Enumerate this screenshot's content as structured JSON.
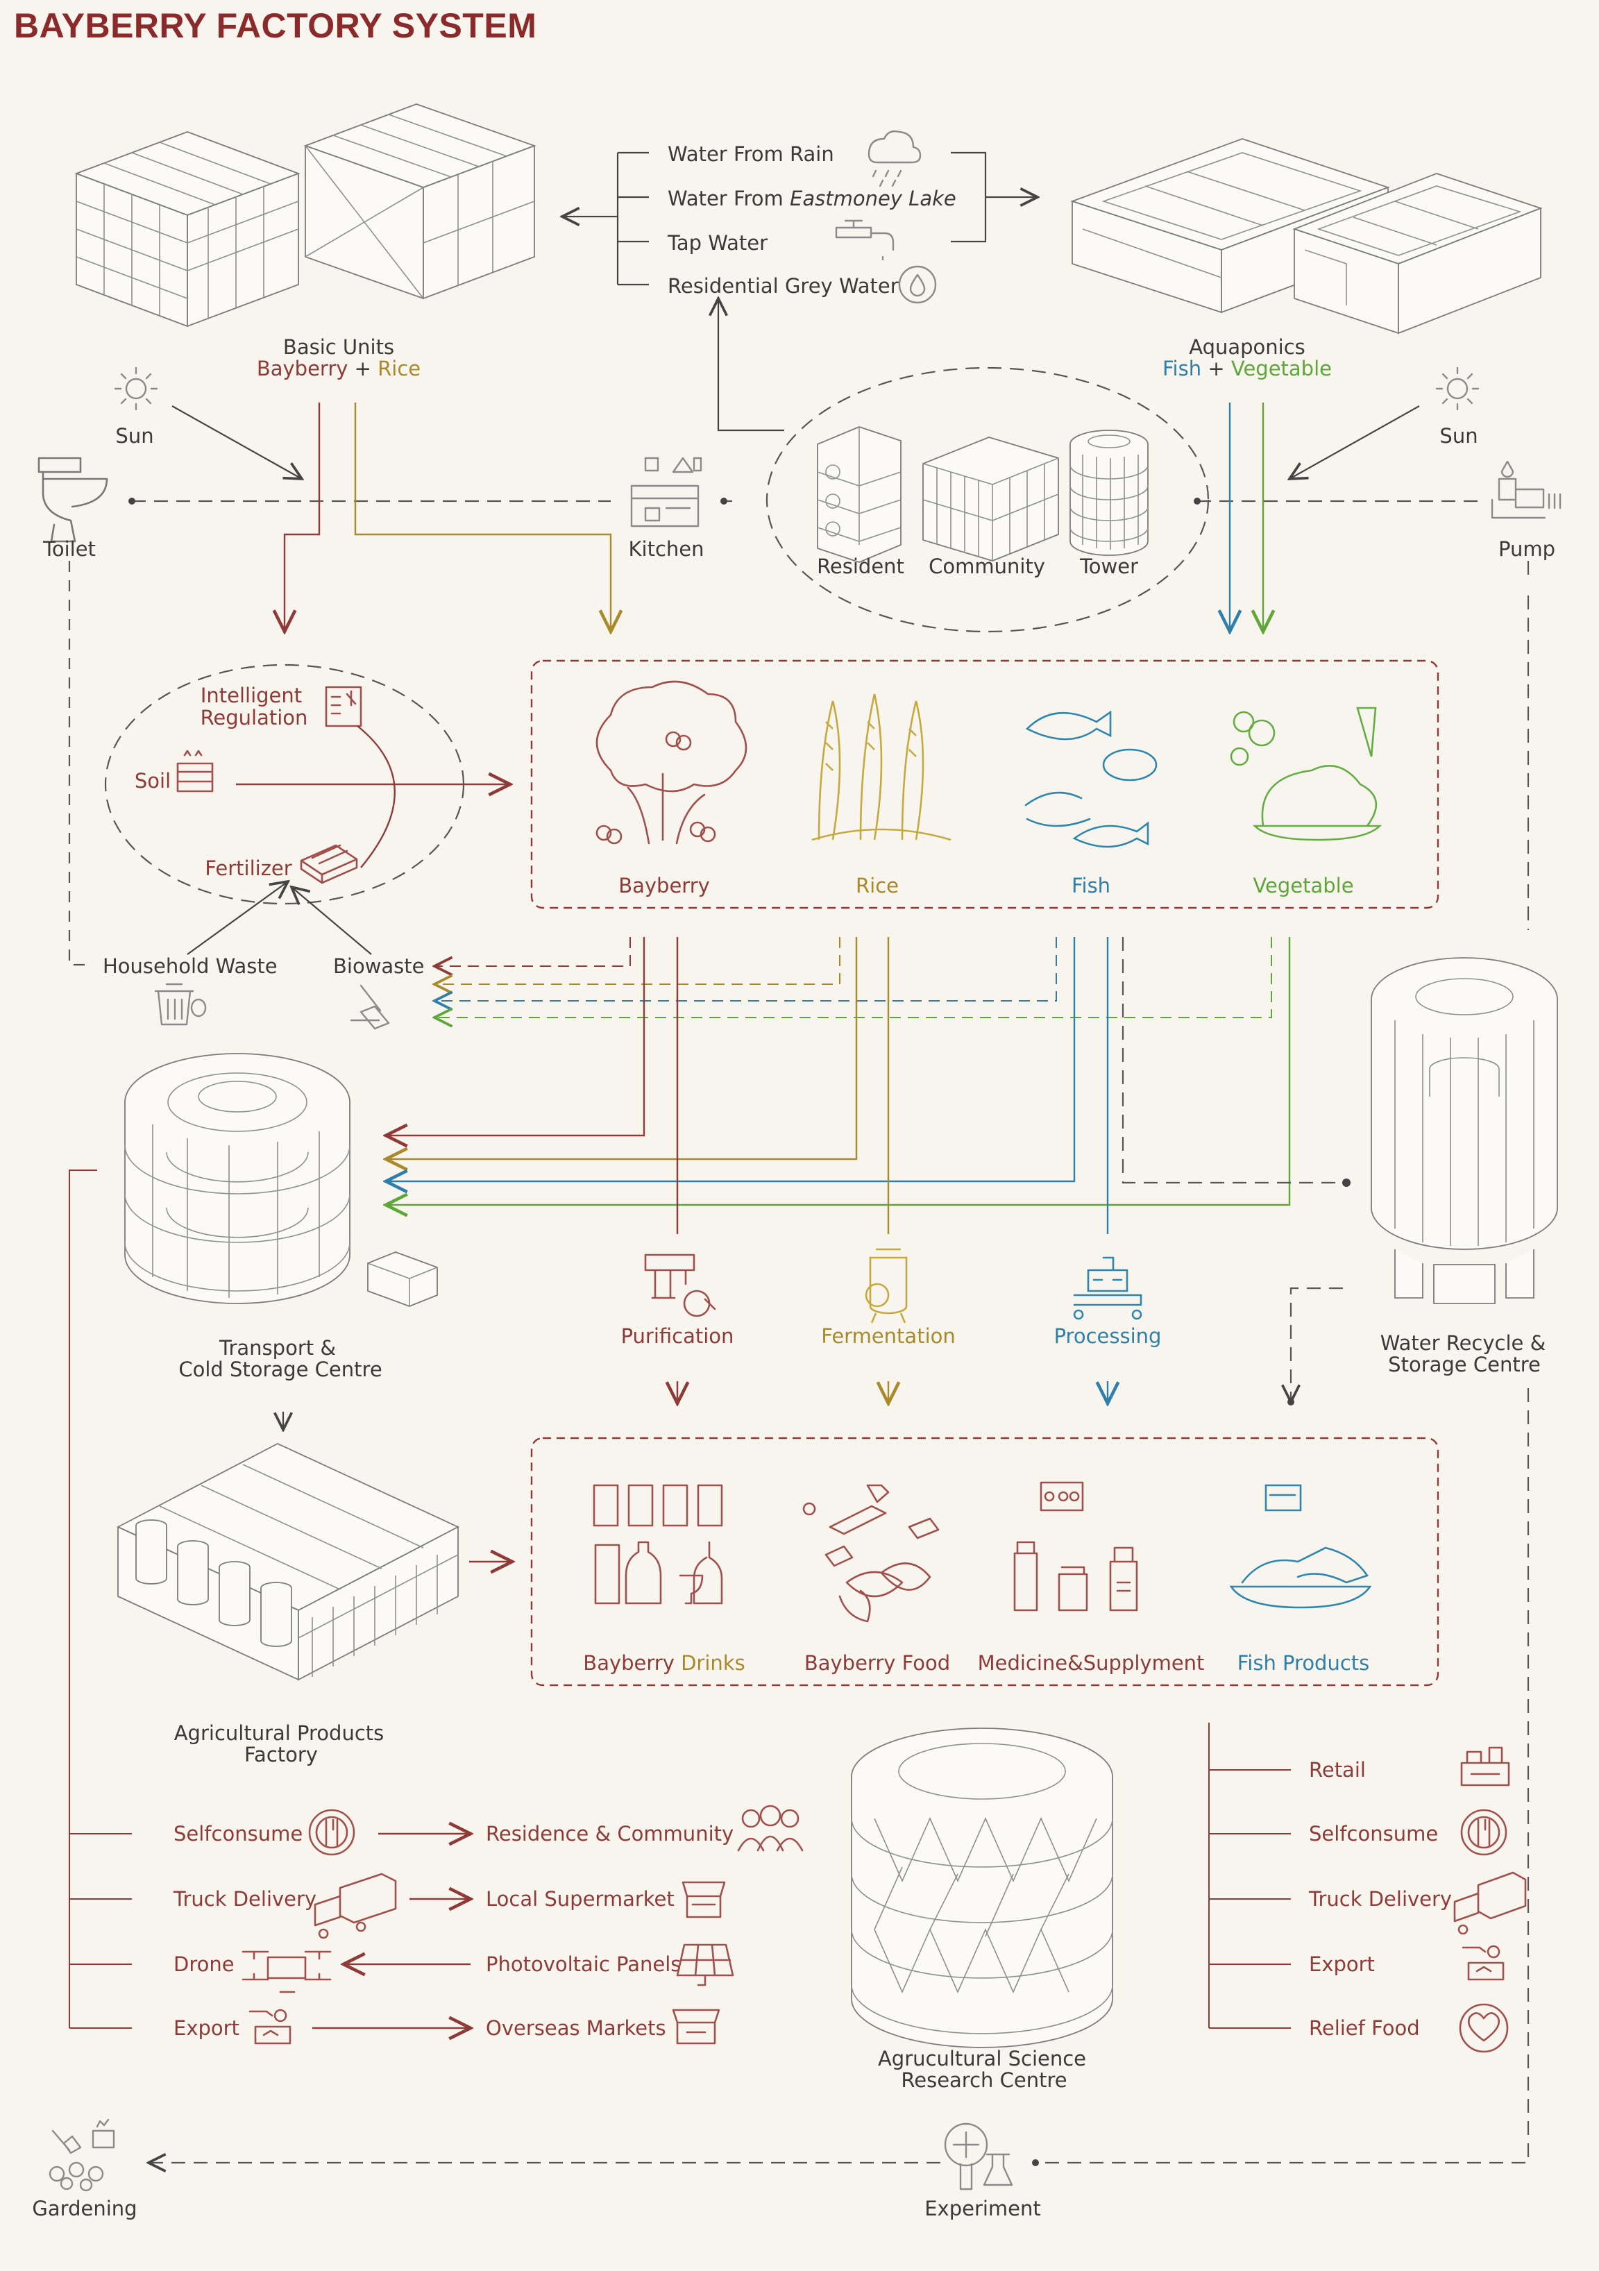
{
  "title": "BAYBERRY FACTORY SYSTEM",
  "water_sources": [
    "Water From Rain",
    "Water From ",
    "Tap Water",
    "Residential Grey Water"
  ],
  "water_lake_name": "Eastmoney Lake",
  "basic_units": {
    "label": "Basic Units",
    "bayberry": "Bayberry",
    "plus": " + ",
    "rice": "Rice"
  },
  "aquaponics": {
    "label": "Aquaponics",
    "fish": "Fish",
    "plus": " + ",
    "vegetable": "Vegetable"
  },
  "sun_label": "Sun",
  "toilet": "Toilet",
  "kitchen": "Kitchen",
  "pump": "Pump",
  "housing": [
    "Resident",
    "Community",
    "Tower"
  ],
  "soil_loop": {
    "intelligent": "Intelligent",
    "regulation": "Regulation",
    "soil": "Soil",
    "fertilizer": "Fertilizer"
  },
  "crops": [
    "Bayberry",
    "Rice",
    "Fish",
    "Vegetable"
  ],
  "waste": {
    "household": "Household Waste",
    "biowaste": "Biowaste"
  },
  "centres": {
    "transport_1": "Transport &",
    "transport_2": "Cold Storage Centre",
    "water_1": "Water Recycle &",
    "water_2": "Storage Centre",
    "factory_1": "Agricultural Products",
    "factory_2": "Factory",
    "research_1": "Agrucultural Science",
    "research_2": "Research Centre"
  },
  "processes": [
    "Purification",
    "Fermentation",
    "Processing"
  ],
  "products": {
    "drinks_a": "Bayberry ",
    "drinks_b": "Drinks",
    "food": "Bayberry Food",
    "medicine": "Medicine&Supplyment",
    "fish": "Fish Products"
  },
  "distribution_left": [
    "Selfconsume",
    "Truck Delivery",
    "Drone",
    "Export"
  ],
  "distribution_targets": [
    "Residence & Community",
    "Local Supermarket",
    "Photovoltaic Panels",
    "Overseas Markets"
  ],
  "distribution_right": [
    "Retail",
    "Selfconsume",
    "Truck Delivery",
    "Export",
    "Relief Food"
  ],
  "gardening": "Gardening",
  "experiment": "Experiment",
  "colors": {
    "bayberry": "#8e3b38",
    "rice": "#a88a2a",
    "fish": "#2f7fa8",
    "vegetable": "#5fa63a",
    "title": "#8b2a2a"
  }
}
